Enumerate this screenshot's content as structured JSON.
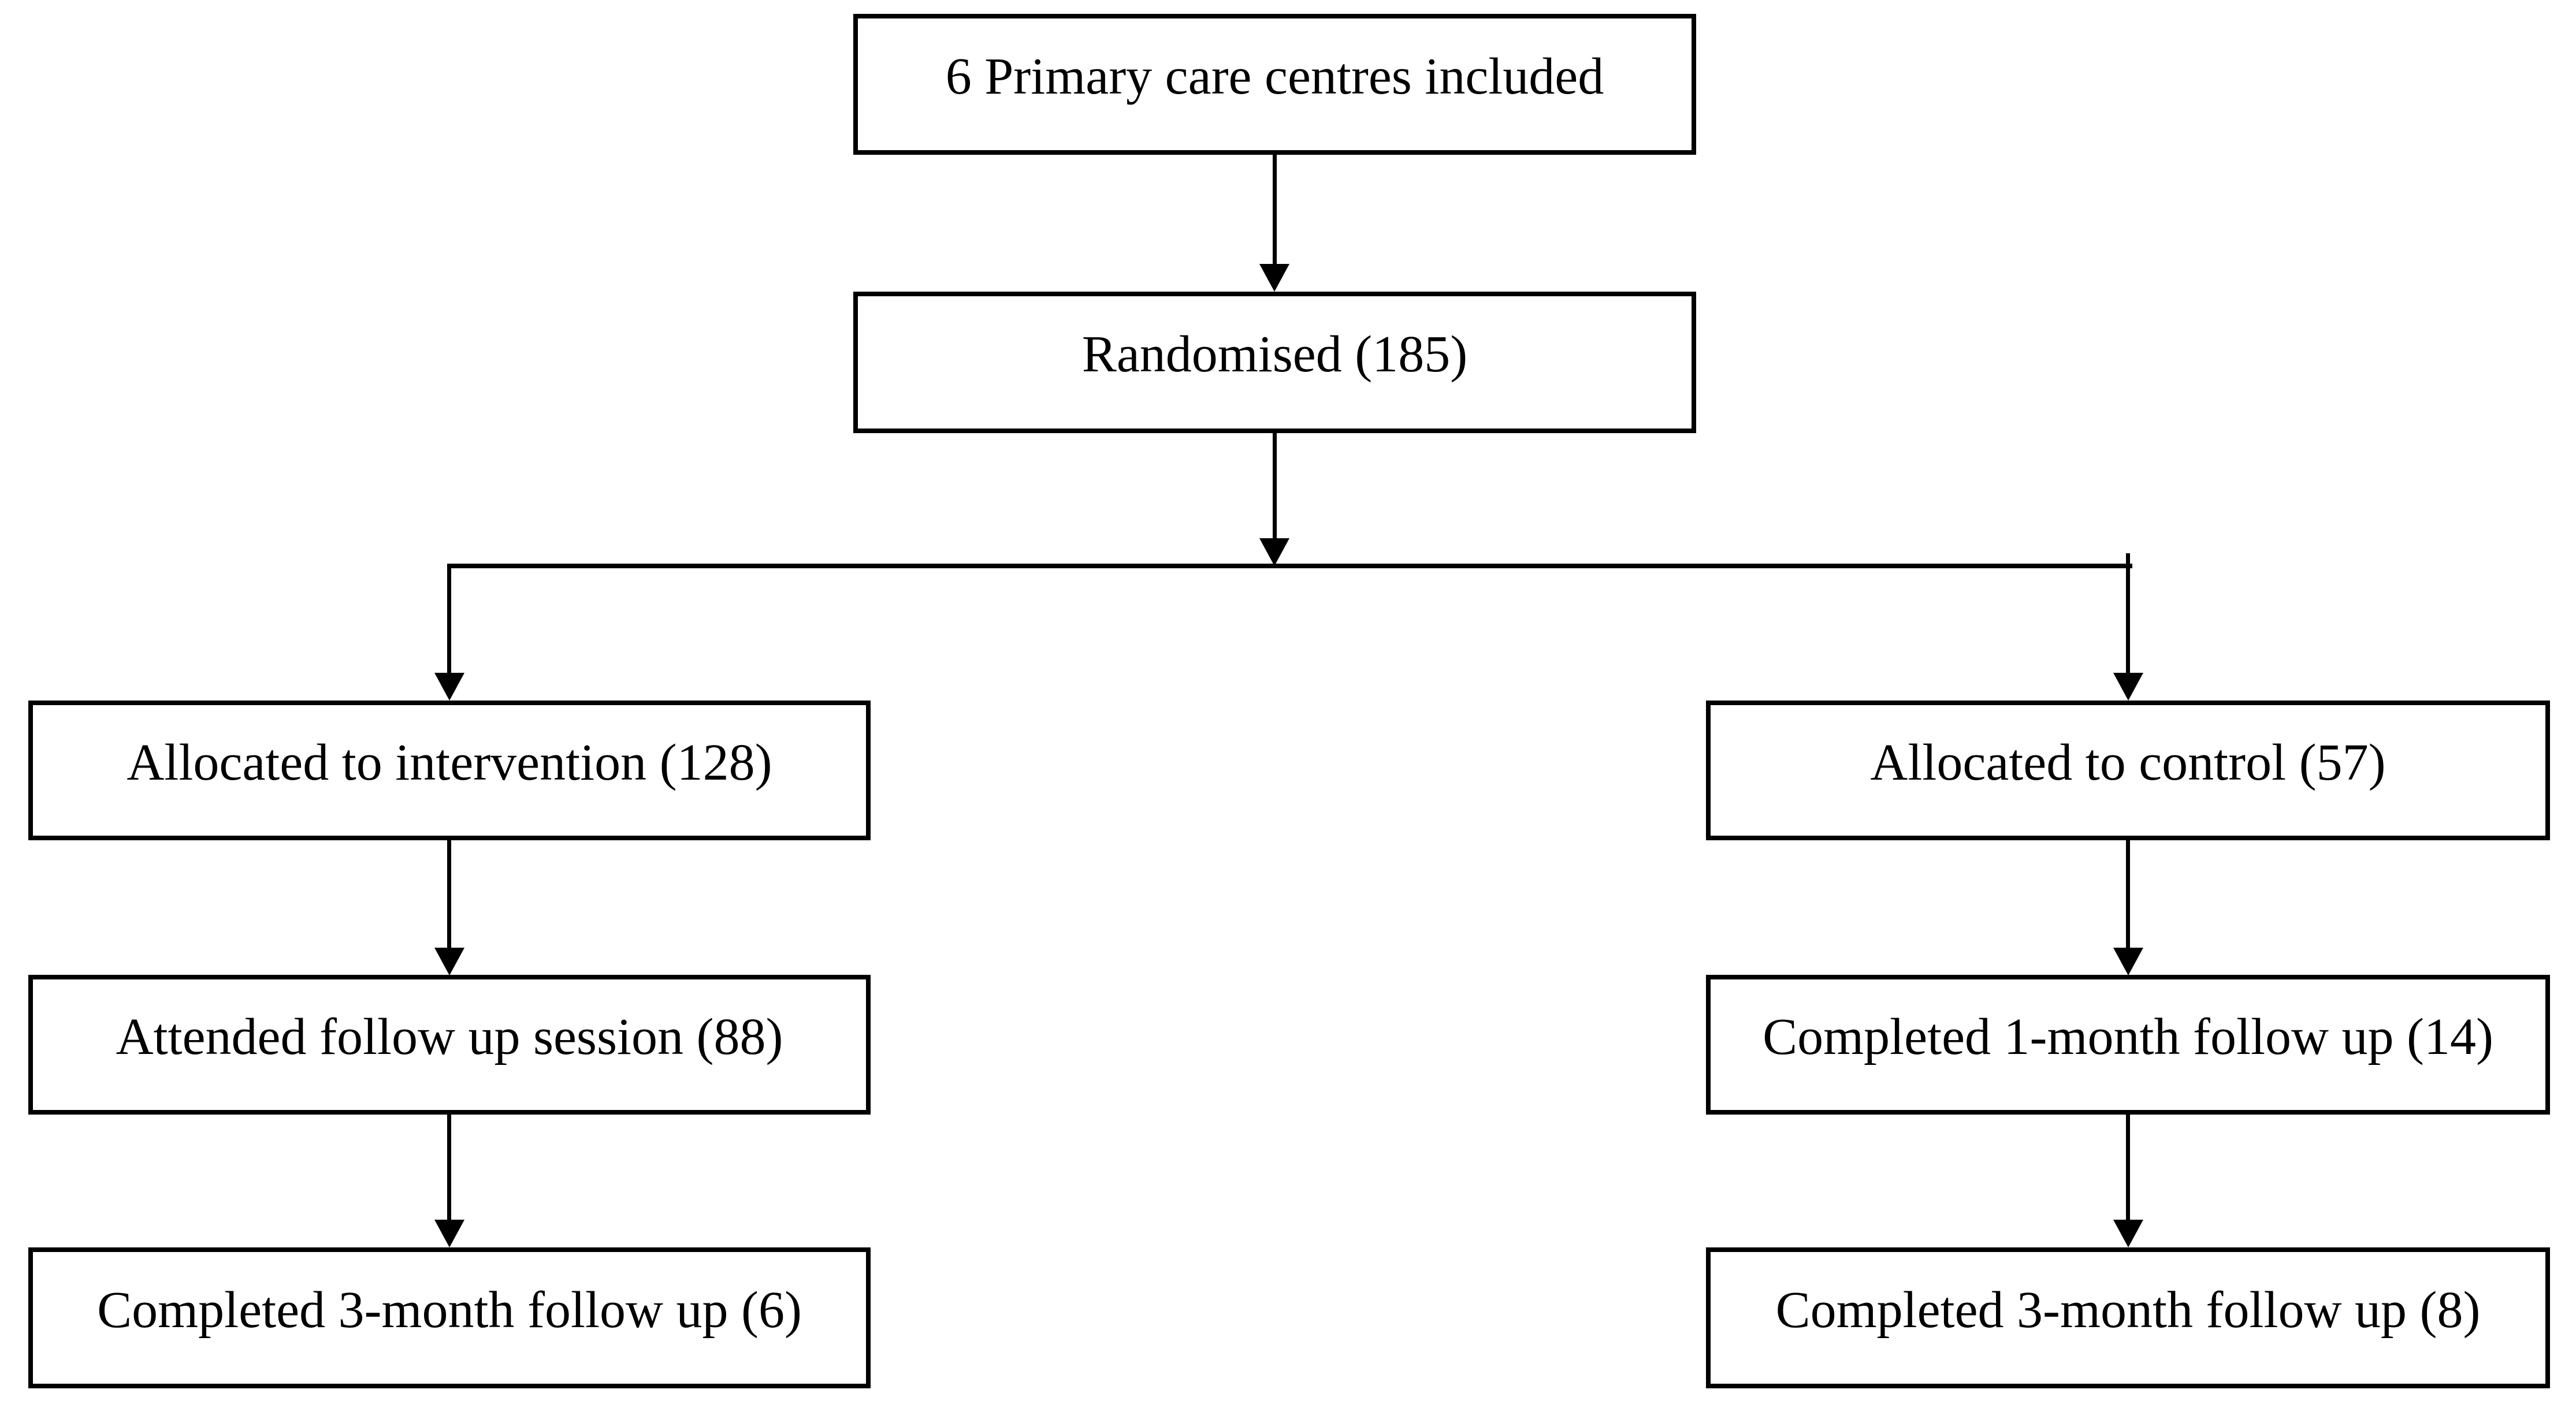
{
  "canvas": {
    "background_color": "#ffffff",
    "line_color": "#000000",
    "text_color": "#000000"
  },
  "nodes": {
    "centres": {
      "label": "6 Primary care centres included"
    },
    "randomised": {
      "label": "Randomised (185)"
    },
    "alloc_intervention": {
      "label": "Allocated to intervention (128)"
    },
    "alloc_control": {
      "label": "Allocated to control (57)"
    },
    "attended_followup": {
      "label": "Attended follow up session (88)"
    },
    "completed_1month": {
      "label": "Completed 1-month follow up (14)"
    },
    "completed_3month_intervention": {
      "label": "Completed 3-month follow up (6)"
    },
    "completed_3month_control": {
      "label": "Completed 3-month follow up (8)"
    }
  },
  "edges": [
    {
      "from": "centres",
      "to": "randomised",
      "style": "arrow-down"
    },
    {
      "from": "randomised",
      "to": "alloc_intervention",
      "style": "elbow-arrow-down"
    },
    {
      "from": "randomised",
      "to": "alloc_control",
      "style": "elbow-arrow-down"
    },
    {
      "from": "alloc_intervention",
      "to": "attended_followup",
      "style": "arrow-down"
    },
    {
      "from": "alloc_control",
      "to": "completed_1month",
      "style": "arrow-down"
    },
    {
      "from": "attended_followup",
      "to": "completed_3month_intervention",
      "style": "arrow-down"
    },
    {
      "from": "completed_1month",
      "to": "completed_3month_control",
      "style": "arrow-down"
    }
  ]
}
